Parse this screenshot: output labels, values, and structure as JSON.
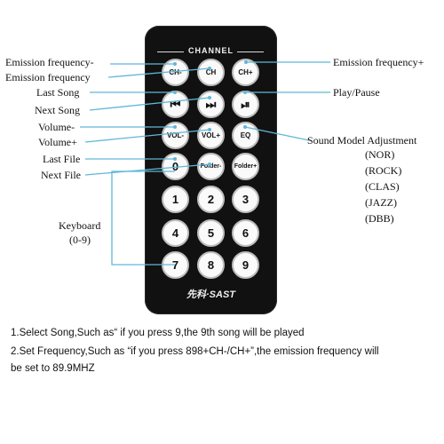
{
  "remote": {
    "channel_header": "CHANNEL",
    "brand": "先科·SAST",
    "rows": [
      [
        "CH-",
        "CH",
        "CH+"
      ],
      [
        "⏮",
        "⏭",
        "⏯"
      ],
      [
        "VOL-",
        "VOL+",
        "EQ"
      ],
      [
        "0",
        "Folder-",
        "Folder+"
      ],
      [
        "1",
        "2",
        "3"
      ],
      [
        "4",
        "5",
        "6"
      ],
      [
        "7",
        "8",
        "9"
      ]
    ]
  },
  "labels": {
    "left": [
      "Emission frequency-",
      "Emission frequency",
      "Last Song",
      "Next Song",
      "Volume-",
      "Volume+",
      "Last File",
      "Next File"
    ],
    "keyboard": [
      "Keyboard",
      "(0-9)"
    ],
    "right_emission": "Emission frequency+",
    "right_play": "Play/Pause",
    "sound_model": "Sound Model Adjustment",
    "sound_modes": [
      "(NOR)",
      "(ROCK)",
      "(CLAS)",
      "(JAZZ)",
      "(DBB)"
    ]
  },
  "notes": [
    "1.Select Song,Such as“ if you press 9,the 9th song will be played",
    "2.Set Frequency,Such as  “if you press 898+CH-/CH+”,the emission frequency will",
    "be set to 89.9MHZ"
  ],
  "colors": {
    "pointer": "#5fb8d6",
    "remote_body": "#111111"
  }
}
